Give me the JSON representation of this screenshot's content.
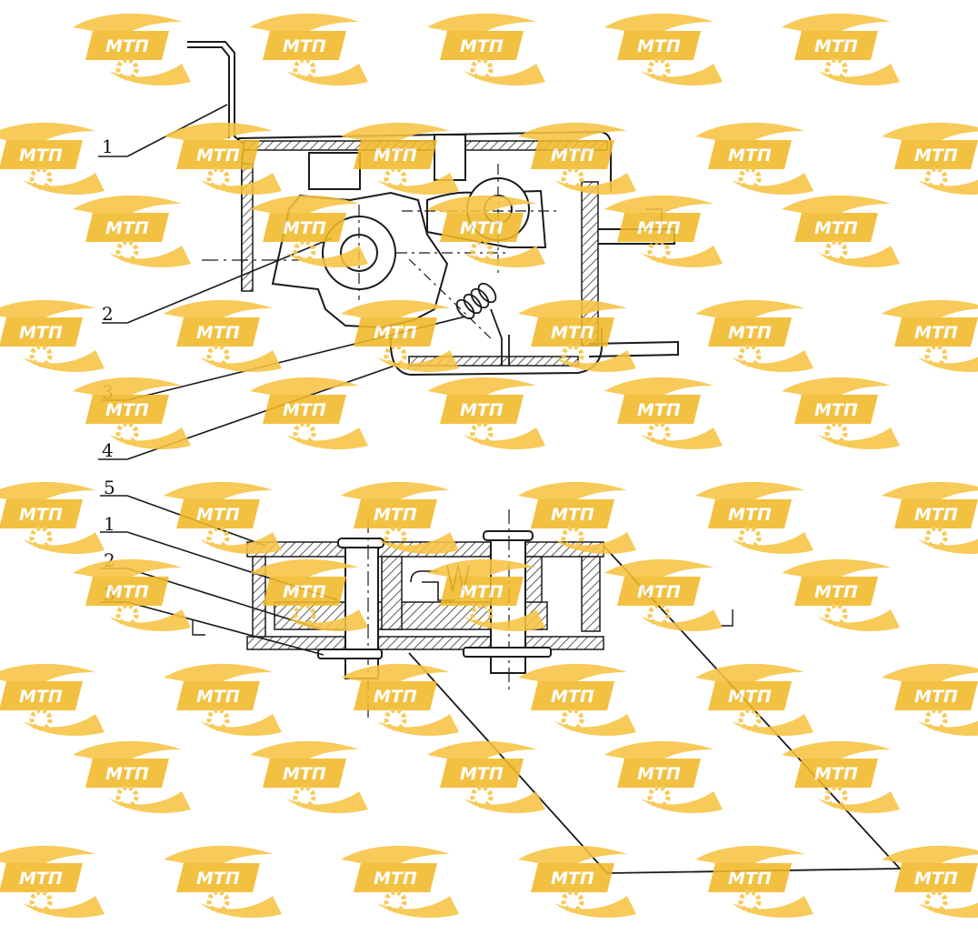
{
  "diagram": {
    "top_view_labels": [
      "1",
      "2",
      "3",
      "4"
    ],
    "side_view_labels": [
      "5",
      "1",
      "2",
      "3"
    ]
  },
  "watermark": {
    "text": "МТП",
    "color": "#f4c542",
    "icon": "mtp-logo-icon"
  },
  "colors": {
    "line": "#1a1a1a",
    "hatch": "#333333",
    "background": "#ffffff"
  }
}
